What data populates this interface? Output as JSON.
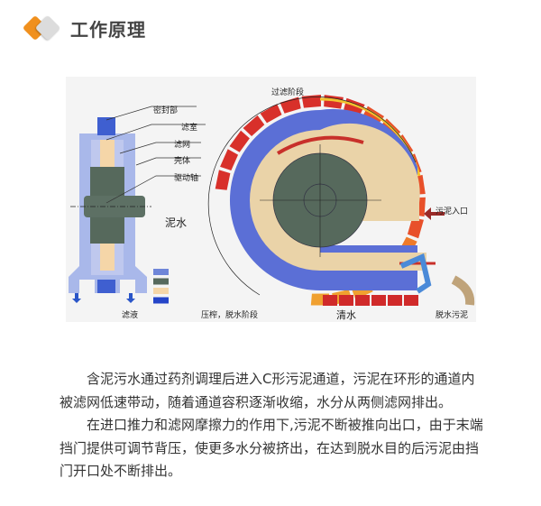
{
  "header": {
    "title": "工作原理",
    "icon": "diamond-logo-icon"
  },
  "diagram": {
    "labels": {
      "seal": "密封部",
      "filter_chamber": "滤室",
      "filter_mesh": "滤网",
      "shell": "壳体",
      "drive_shaft": "驱动轴",
      "muddy_water": "泥水",
      "filtrate": "滤液",
      "filter_stage": "过滤阶段",
      "sludge_inlet": "污泥入口",
      "press_stage": "压榨，脱水阶段",
      "clear_water": "清水",
      "dewatered_sludge": "脱水污泥"
    },
    "legend_colors": [
      "#6f86d8",
      "#56695c",
      "#f5d6a8",
      "#2545c8"
    ]
  },
  "paragraphs": [
    "含泥污水通过药剂调理后进入C形污泥通道，污泥在环形的通道内被滤网低速带动，随着通道容积逐渐收缩，水分从两侧滤网排出。",
    "在进口推力和滤网摩擦力的作用下,污泥不断被推向出口，由于末端挡门提供可调节背压，使更多水分被挤出，在达到脱水目的后污泥由挡门开口处不断排出。"
  ]
}
